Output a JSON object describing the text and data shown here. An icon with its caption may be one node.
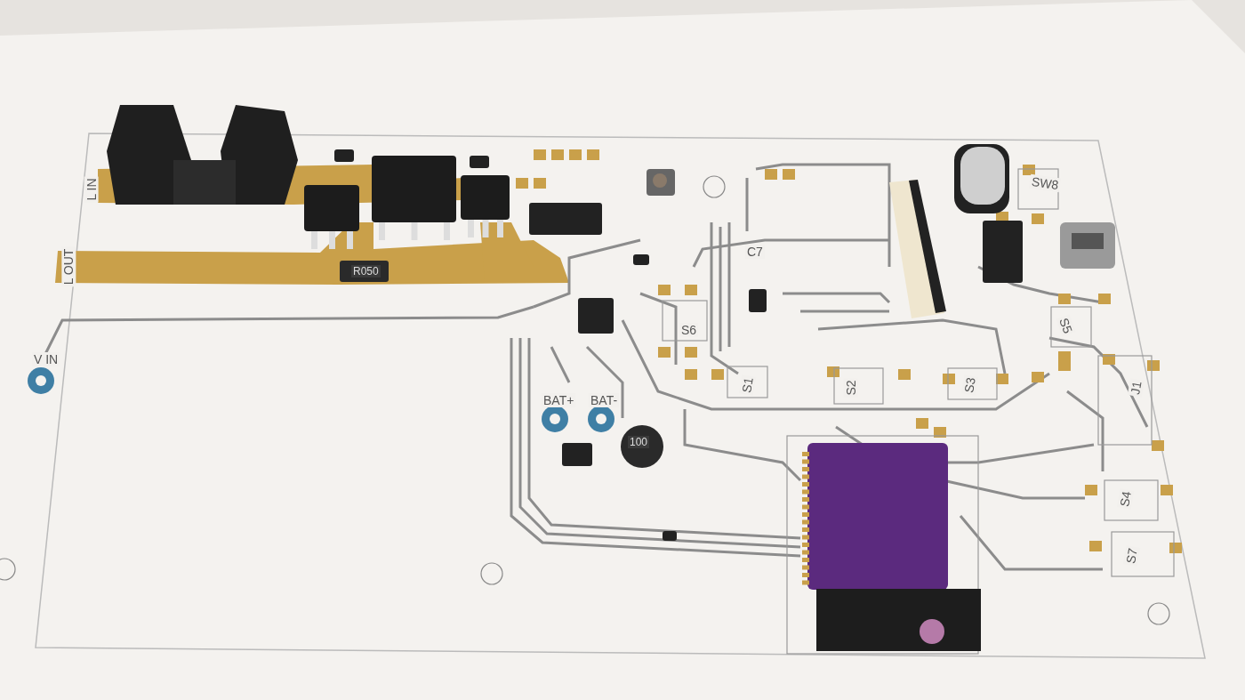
{
  "diagram": {
    "labels": [
      "L IN",
      "L OUT",
      "R050",
      "SW8",
      "C7",
      "S6",
      "S5",
      "V IN",
      "S1",
      "S2",
      "S3",
      "J1",
      "BAT+",
      "BAT-",
      "100",
      "S4",
      "S7"
    ]
  }
}
